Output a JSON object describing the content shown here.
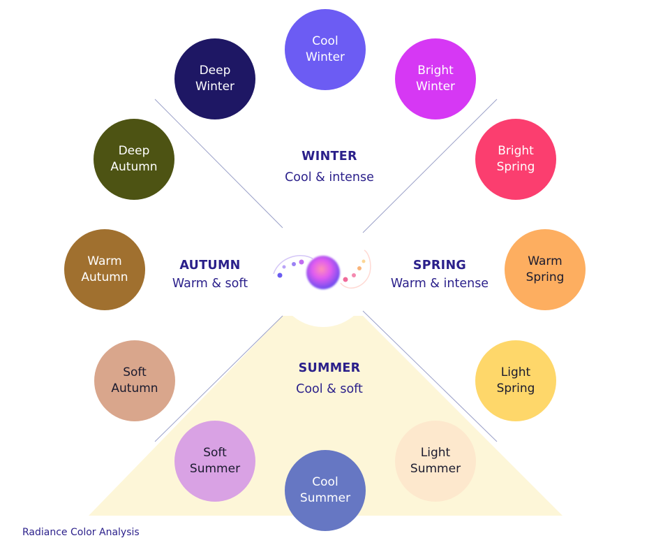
{
  "brand": "Radiance Color Analysis",
  "seasons": {
    "winter": {
      "name": "WINTER",
      "desc": "Cool & intense"
    },
    "autumn": {
      "name": "AUTUMN",
      "desc": "Warm & soft"
    },
    "spring": {
      "name": "SPRING",
      "desc": "Warm & intense"
    },
    "summer": {
      "name": "SUMMER",
      "desc": "Cool & soft"
    }
  },
  "palettes": {
    "cool_winter": {
      "label": "Cool\nWinter",
      "color": "#6c5cf3"
    },
    "deep_winter": {
      "label": "Deep\nWinter",
      "color": "#1e1764"
    },
    "bright_winter": {
      "label": "Bright\nWinter",
      "color": "#d638f4"
    },
    "deep_autumn": {
      "label": "Deep\nAutumn",
      "color": "#4d5313"
    },
    "bright_spring": {
      "label": "Bright\nSpring",
      "color": "#fb3e6f"
    },
    "warm_autumn": {
      "label": "Warm\nAutumn",
      "color": "#a0702f"
    },
    "warm_spring": {
      "label": "Warm\nSpring",
      "color": "#fdae60"
    },
    "soft_autumn": {
      "label": "Soft\nAutumn",
      "color": "#d9a68c"
    },
    "light_spring": {
      "label": "Light\nSpring",
      "color": "#fed76a"
    },
    "soft_summer": {
      "label": "Soft\nSummer",
      "color": "#d9a2e4"
    },
    "cool_summer": {
      "label": "Cool\nSummer",
      "color": "#6677c3"
    },
    "light_summer": {
      "label": "Light\nSummer",
      "color": "#fde8cd"
    }
  },
  "colors": {
    "accent_text": "#2a1f8a",
    "summer_fill": "#fdf6d8",
    "divider": "#9aa0c8"
  }
}
